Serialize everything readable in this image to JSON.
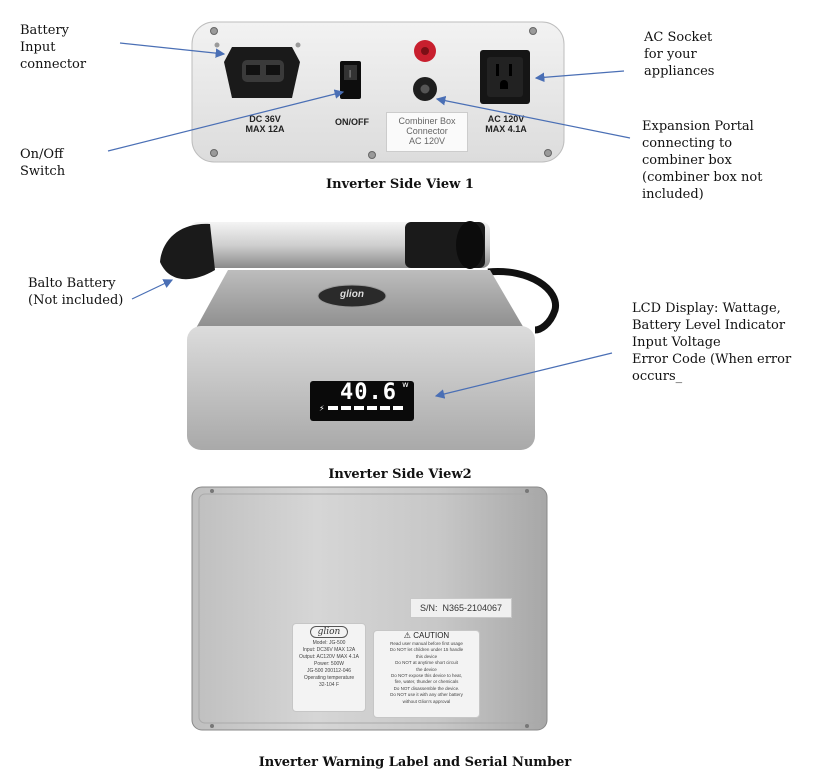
{
  "callouts": {
    "battery_input": "Battery\nInput\nconnector",
    "ac_socket": "AC Socket\nfor your\nappliances",
    "on_off": "On/Off\nSwitch",
    "expansion": "Expansion Portal\nconnecting to\ncombiner box\n(combiner box not\nincluded)",
    "balto": "Balto Battery\n(Not included)",
    "lcd": "LCD Display: Wattage,\nBattery Level Indicator\nInput Voltage\nError Code (When error\noccurs_"
  },
  "captions": {
    "view1": "Inverter Side View 1",
    "view2": "Inverter Side View2",
    "view3": "Inverter Warning Label and Serial Number"
  },
  "panel": {
    "dc_label": "DC 36V\nMAX 12A",
    "onoff_label": "ON/OFF",
    "combiner_label": "Combiner Box\nConnector\nAC 120V",
    "ac_label": "AC 120V\nMAX 4.1A"
  },
  "lcd": {
    "reading": "40.6",
    "unit": "w"
  },
  "label_side": {
    "serial": "S/N:  N365-2104067",
    "logo": "glion",
    "spec": "Model:  JG-500\nInput: DC36V MAX 12A\nOutput: AC120V MAX 4.1A\nPower:  500W\nJG-500 200112-046\nOperating temperature\n32-104 F",
    "caution_title": "CAUTION",
    "caution_text": "Read user manual before first usage\nDo NOT let children under 15 handle\nthis device\nDo NOT at anytime short circuit\nthe device\nDo NOT expose this device to heat,\nfire, water, thunder or chemicals\nDo NOT disassemble the device.\nDo NOT use it with any other battery\nwithout Glion's approval"
  },
  "logo_text": "glion"
}
